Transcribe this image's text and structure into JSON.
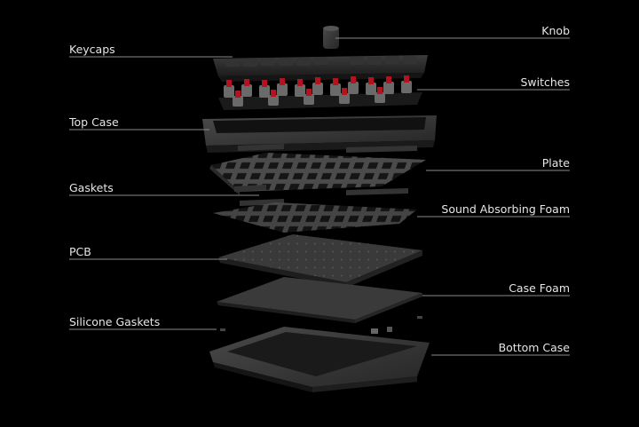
{
  "labels": {
    "keycaps": "Keycaps",
    "top_case": "Top Case",
    "gaskets": "Gaskets",
    "pcb": "PCB",
    "silicone_gaskets": "Silicone Gaskets",
    "knob": "Knob",
    "switches": "Switches",
    "plate": "Plate",
    "sound_absorbing_foam": "Sound Absorbing Foam",
    "case_foam": "Case Foam",
    "bottom_case": "Bottom Case"
  },
  "colors": {
    "background": "#000000",
    "label_text": "#e6e6e6",
    "leader_line": "#8a8a8a",
    "switch_stem": "#b3121f",
    "part_dark": "#2a2a2a",
    "part_mid": "#3a3a3a"
  }
}
